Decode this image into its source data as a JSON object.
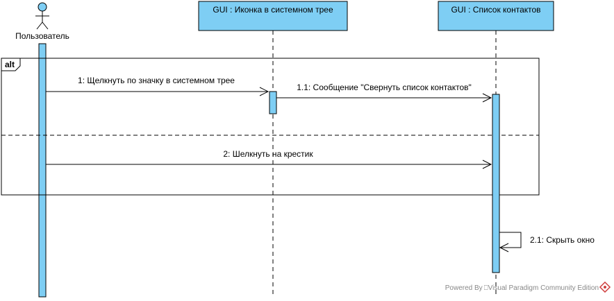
{
  "actor": {
    "name": "Пользователь"
  },
  "lifelines": [
    {
      "id": "tray",
      "label": "GUI : Иконка в системном трее"
    },
    {
      "id": "contacts",
      "label": "GUI : Список контактов"
    }
  ],
  "fragment": {
    "operator": "alt"
  },
  "messages": [
    {
      "id": "m1",
      "label": "1: Щелкнуть по значку в системном трее"
    },
    {
      "id": "m1_1",
      "label": "1.1: Сообщение \"Свернуть список контактов\""
    },
    {
      "id": "m2",
      "label": "2: Шелкнуть на крестик"
    },
    {
      "id": "m2_1",
      "label": "2.1: Скрыть окно"
    }
  ],
  "footer": {
    "text": "Powered By ⎕Visual Paradigm Community Edition"
  },
  "colors": {
    "fill": "#7ecef4",
    "stroke": "#000000",
    "watermark": "#d04040"
  },
  "icons": {
    "actor": "stick-figure-icon",
    "logo": "visual-paradigm-logo-icon"
  }
}
